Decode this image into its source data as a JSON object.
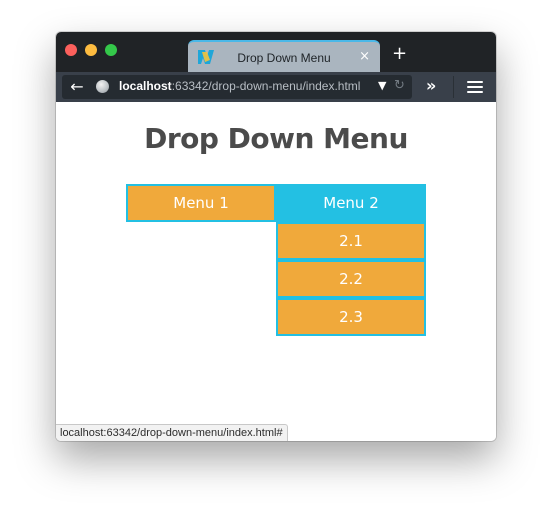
{
  "window": {
    "tab_title": "Drop Down Menu",
    "tab_close": "×",
    "new_tab": "+"
  },
  "toolbar": {
    "back": "←",
    "url_host": "localhost",
    "url_rest": ":63342/drop-down-menu/index.html",
    "url_dropdown": "▼",
    "reload": "↻",
    "overflow": "»"
  },
  "page": {
    "title": "Drop Down Menu",
    "menu": [
      {
        "label": "Menu 1",
        "submenu": []
      },
      {
        "label": "Menu 2",
        "submenu": [
          "2.1",
          "2.2",
          "2.3"
        ]
      }
    ]
  },
  "status": {
    "url": "localhost:63342/drop-down-menu/index.html#"
  },
  "colors": {
    "menu_item_bg": "#f0a93b",
    "menu_active_bg": "#23c0e3",
    "border": "#23c0e3",
    "title_text": "#4b4b4b"
  }
}
